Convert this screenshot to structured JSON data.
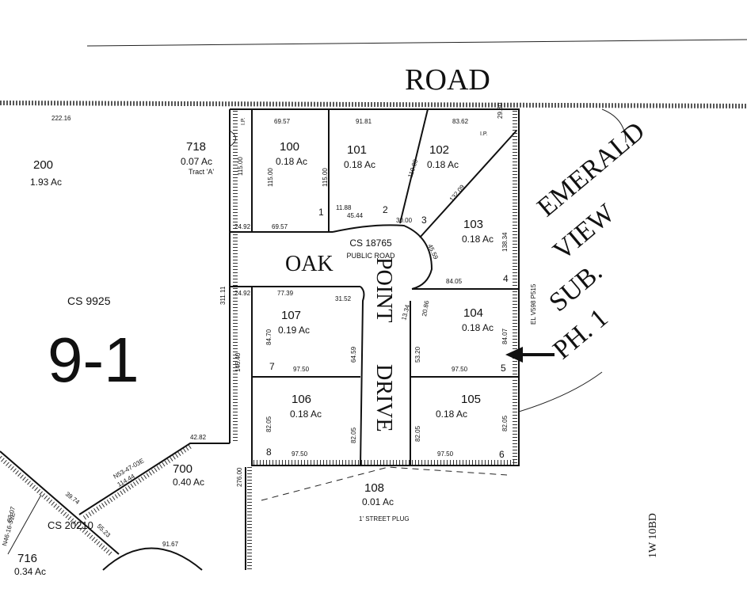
{
  "road_label": "ROAD",
  "street_names": {
    "oak": "OAK",
    "point": "POINT",
    "drive": "DRIVE"
  },
  "road_note": {
    "cs": "CS 18765",
    "type": "PUBLIC ROAD"
  },
  "subdivision_label": [
    "EMERALD",
    "VIEW",
    "SUB.",
    "PH. 1"
  ],
  "map_number": "9-1",
  "map_ref": "1W 10BD",
  "book_ref": "EL V598 P515",
  "survey_refs": {
    "cs_9925": "CS 9925",
    "cs_20210": "CS 20210"
  },
  "parcels": [
    {
      "id": "200",
      "area": "1.93 Ac"
    },
    {
      "id": "718",
      "area": "0.07 Ac",
      "note": "Tract 'A'"
    },
    {
      "id": "100",
      "area": "0.18 Ac"
    },
    {
      "id": "101",
      "area": "0.18 Ac"
    },
    {
      "id": "102",
      "area": "0.18 Ac"
    },
    {
      "id": "103",
      "area": "0.18 Ac"
    },
    {
      "id": "104",
      "area": "0.18 Ac"
    },
    {
      "id": "105",
      "area": "0.18 Ac"
    },
    {
      "id": "106",
      "area": "0.18 Ac"
    },
    {
      "id": "107",
      "area": "0.19 Ac"
    },
    {
      "id": "700",
      "area": "0.40 Ac"
    },
    {
      "id": "716",
      "area": "0.34 Ac"
    },
    {
      "id": "108",
      "area": "0.01 Ac",
      "note": "1' STREET PLUG"
    }
  ],
  "lot_numbers": [
    "1",
    "2",
    "3",
    "4",
    "5",
    "6",
    "7",
    "8"
  ],
  "ip_labels": [
    "I.P.",
    "I.P."
  ],
  "dimensions": {
    "d222_16": "222.16",
    "d69_57a": "69.57",
    "d91_81": "91.81",
    "d83_62": "83.62",
    "d29_30": "29.30",
    "d115a": "115.00",
    "d115b": "115.00",
    "d115c": "115.00",
    "d110_89": "110.89",
    "d132_09": "132.09",
    "d138_34": "138.34",
    "d11_88": "11.88",
    "d45_44": "45.44",
    "d30_00": "30.00",
    "d24_92a": "24.92",
    "d69_57b": "69.57",
    "d45_59": "45.59",
    "d84_05": "84.05",
    "d311_11": "311.11",
    "d24_92b": "24.92",
    "d77_39": "77.39",
    "d31_52": "31.52",
    "d13_34": "13.34",
    "d20_86": "20.86",
    "d84_70": "84.70",
    "d64_59": "64.59",
    "d53_20": "53.20",
    "d84_07": "84.07",
    "d146_40": "146.40",
    "d97_50a": "97.50",
    "d97_50b": "97.50",
    "d82_05a": "82.05",
    "d82_05b": "82.05",
    "d82_05c": "82.05",
    "d82_05d": "82.05",
    "d42_82": "42.82",
    "d97_50c": "97.50",
    "d97_50d": "97.50",
    "d276_00": "276.00",
    "d114_44": "114.44",
    "d39_74": "39.74",
    "d87_07": "87.07",
    "d55_23": "55.23",
    "d91_67": "91.67",
    "bearing_a": "N53-47-03E",
    "bearing_b": "N46-16-51E"
  }
}
